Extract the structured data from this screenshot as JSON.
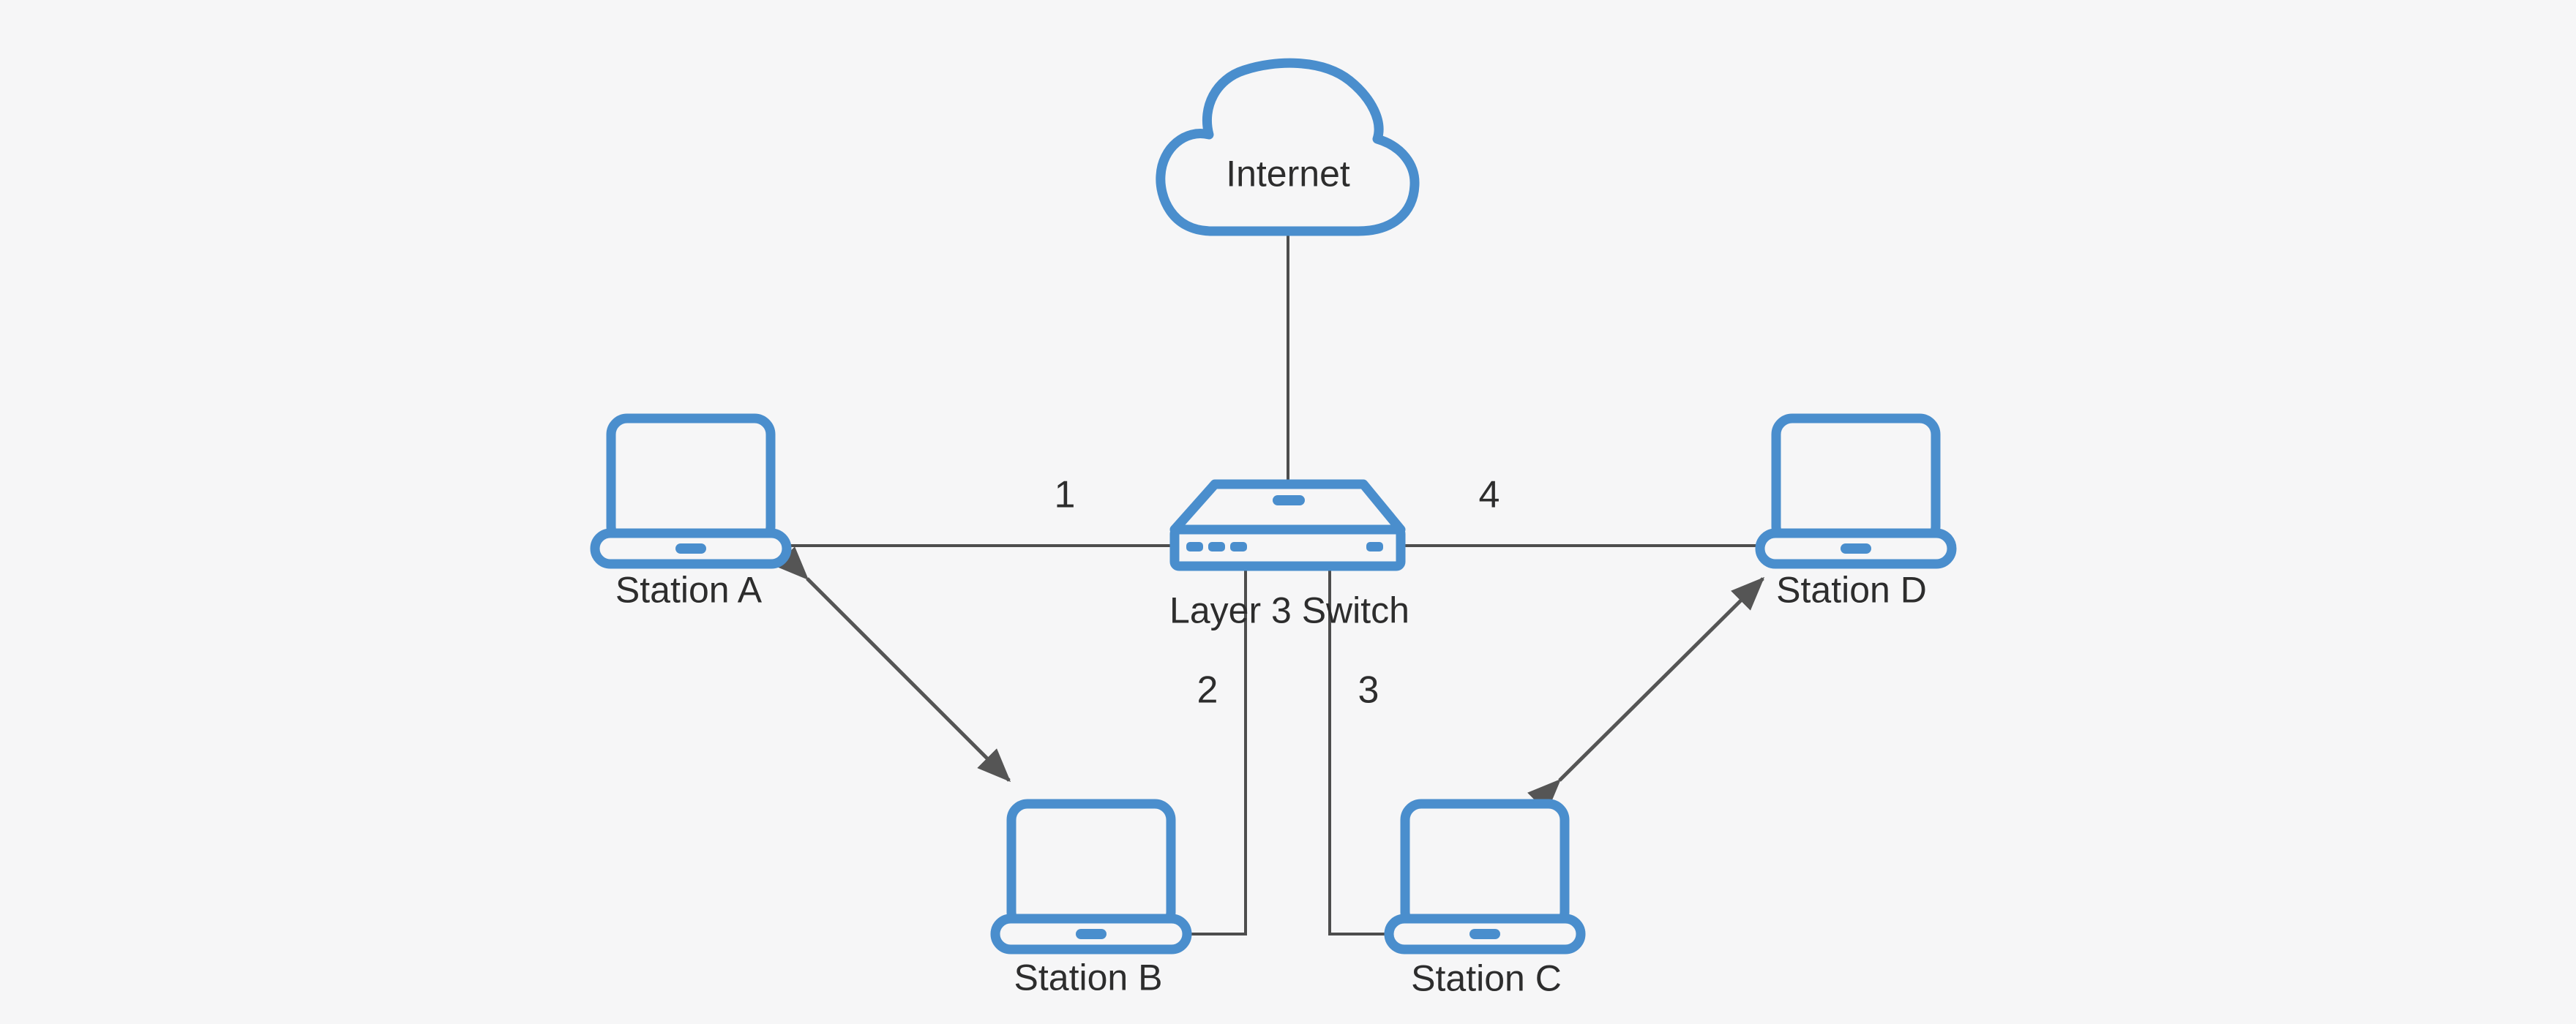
{
  "diagram": {
    "colors": {
      "background": "#f6f6f7",
      "device": "#4a8ecd",
      "line": "#4d4d4d",
      "arrow": "#555555",
      "text": "#2d2d2d"
    },
    "nodes": {
      "internet": {
        "label": "Internet",
        "type": "cloud"
      },
      "switch": {
        "label": "Layer 3 Switch",
        "type": "layer3-switch"
      },
      "station_a": {
        "label": "Station A",
        "type": "laptop"
      },
      "station_b": {
        "label": "Station B",
        "type": "laptop"
      },
      "station_c": {
        "label": "Station C",
        "type": "laptop"
      },
      "station_d": {
        "label": "Station D",
        "type": "laptop"
      }
    },
    "ports": {
      "p1": "1",
      "p2": "2",
      "p3": "3",
      "p4": "4"
    },
    "connections": [
      {
        "from": "internet",
        "to": "switch"
      },
      {
        "from": "station_a",
        "to": "switch",
        "port": "1"
      },
      {
        "from": "station_b",
        "to": "switch",
        "port": "2"
      },
      {
        "from": "station_c",
        "to": "switch",
        "port": "3"
      },
      {
        "from": "station_d",
        "to": "switch",
        "port": "4"
      },
      {
        "between": [
          "station_a",
          "station_b"
        ],
        "style": "double-arrow"
      },
      {
        "between": [
          "station_c",
          "station_d"
        ],
        "style": "double-arrow"
      }
    ]
  }
}
